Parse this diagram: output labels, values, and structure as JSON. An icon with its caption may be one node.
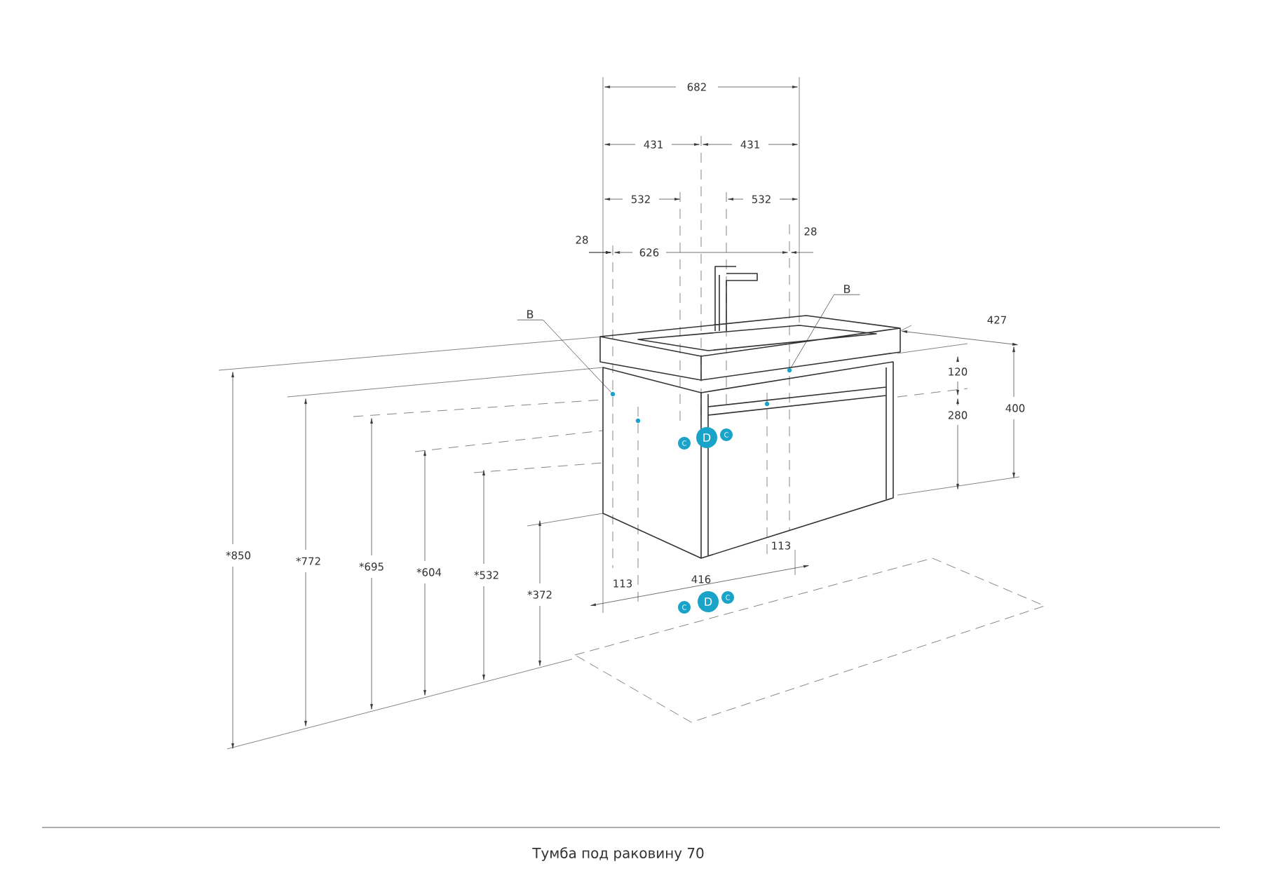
{
  "diagram": {
    "caption": "Тумба под раковину 70",
    "nodes": [
      {
        "text": [
          "В"
        ]
      },
      {
        "text": [],
        "shape": "circle"
      },
      {
        "text": [
          "В"
        ]
      },
      {
        "text": [],
        "shape": "circle"
      },
      {
        "text": [
          "C"
        ]
      },
      {
        "text": [
          "D"
        ]
      },
      {
        "text": [
          "C"
        ]
      },
      {
        "text": [
          "C"
        ]
      },
      {
        "text": [
          "D"
        ]
      },
      {
        "text": [
          "C"
        ]
      }
    ],
    "edges": [
      {
        "from": 0,
        "to": 1,
        "arrow": "none"
      },
      {
        "from": 2,
        "to": 3,
        "arrow": "none"
      }
    ],
    "labels": [
      "682",
      "431",
      "431",
      "532",
      "532",
      "28",
      "626",
      "28",
      "427",
      "120",
      "400",
      "280",
      "*850",
      "*772",
      "*695",
      "*604",
      "*532",
      "*372",
      "113",
      "416",
      "113"
    ]
  }
}
